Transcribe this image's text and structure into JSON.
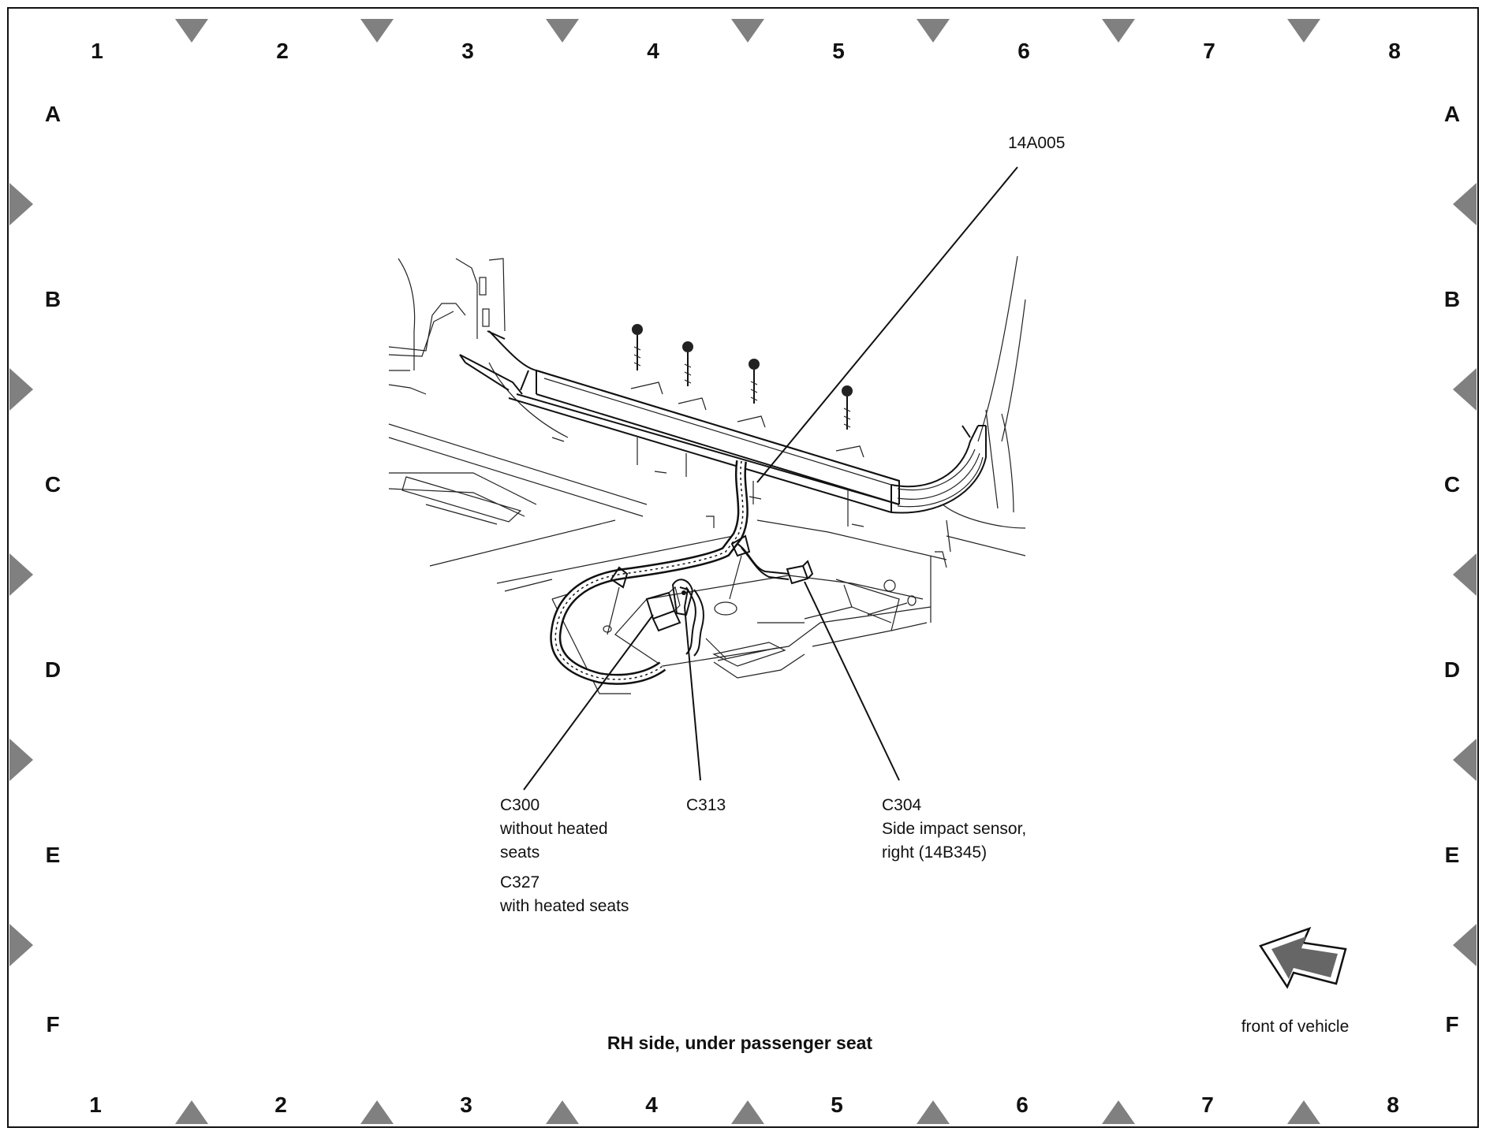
{
  "grid": {
    "columns": [
      "1",
      "2",
      "3",
      "4",
      "5",
      "6",
      "7",
      "8"
    ],
    "rows": [
      "A",
      "B",
      "C",
      "D",
      "E",
      "F"
    ]
  },
  "callouts": {
    "harness": {
      "code": "14A005"
    },
    "c300": {
      "code": "C300",
      "line1": "without heated",
      "line2": "seats"
    },
    "c327": {
      "code": "C327",
      "line1": "with heated seats"
    },
    "c313": {
      "code": "C313"
    },
    "c304": {
      "code": "C304",
      "line1": "Side impact sensor,",
      "line2": "right (14B345)"
    }
  },
  "caption": "RH side, under passenger seat",
  "orientation": {
    "label": "front of vehicle",
    "icon": "direction-arrow-icon"
  },
  "colors": {
    "ink": "#111111",
    "marker": "#808080",
    "background": "#ffffff"
  }
}
